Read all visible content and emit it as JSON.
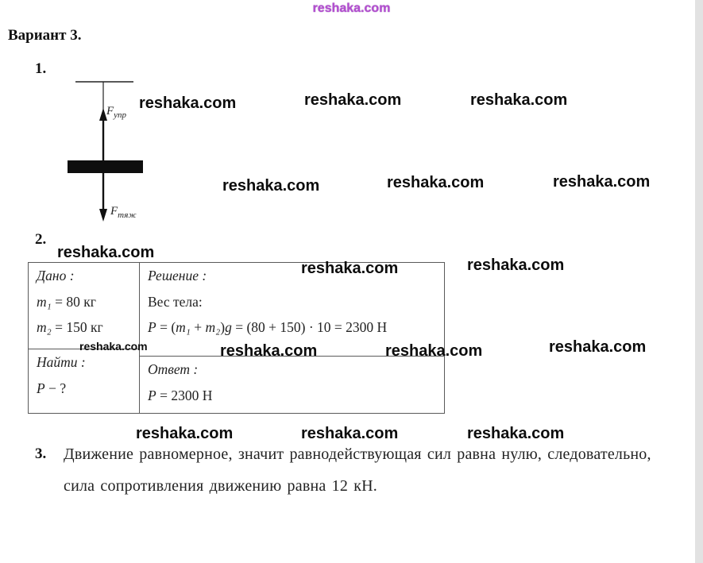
{
  "watermark": {
    "text": "reshaka.com"
  },
  "colors": {
    "watermark_top": "#b44fd0",
    "ink": "#1a1a1a"
  },
  "header": {
    "title": "Вариант 3."
  },
  "problems": {
    "p1": {
      "number": "1.",
      "diagram": {
        "force_up": "F",
        "force_up_sub": "упр",
        "force_down": "F",
        "force_down_sub": "тяж"
      }
    },
    "p2": {
      "number": "2.",
      "table": {
        "given_label": "Дано :",
        "m1_var": "m₁",
        "m1_rest": " = 80 кг",
        "m2_var": "m₂",
        "m2_rest": " = 150 кг",
        "find_label": "Найти :",
        "find_var": "P",
        "find_rest": " − ?",
        "solution_label": "Решение :",
        "solution_intro": "Вес тела:",
        "formula": {
          "p": "P",
          "eq1": " = (",
          "m1": "m₁",
          "plus": " + ",
          "m2": "m₂",
          "close": ")",
          "g": "g",
          "rest": " = (80 + 150) · 10 = 2300 Н"
        },
        "answer_label": "Ответ :",
        "answer_var": "P",
        "answer_rest": " = 2300 Н"
      }
    },
    "p3": {
      "number": "3.",
      "line1": "Движение равномерное, значит равнодействующая сил равна нулю, следовательно,",
      "line2": "сила сопротивления движению равна 12 кН."
    }
  }
}
